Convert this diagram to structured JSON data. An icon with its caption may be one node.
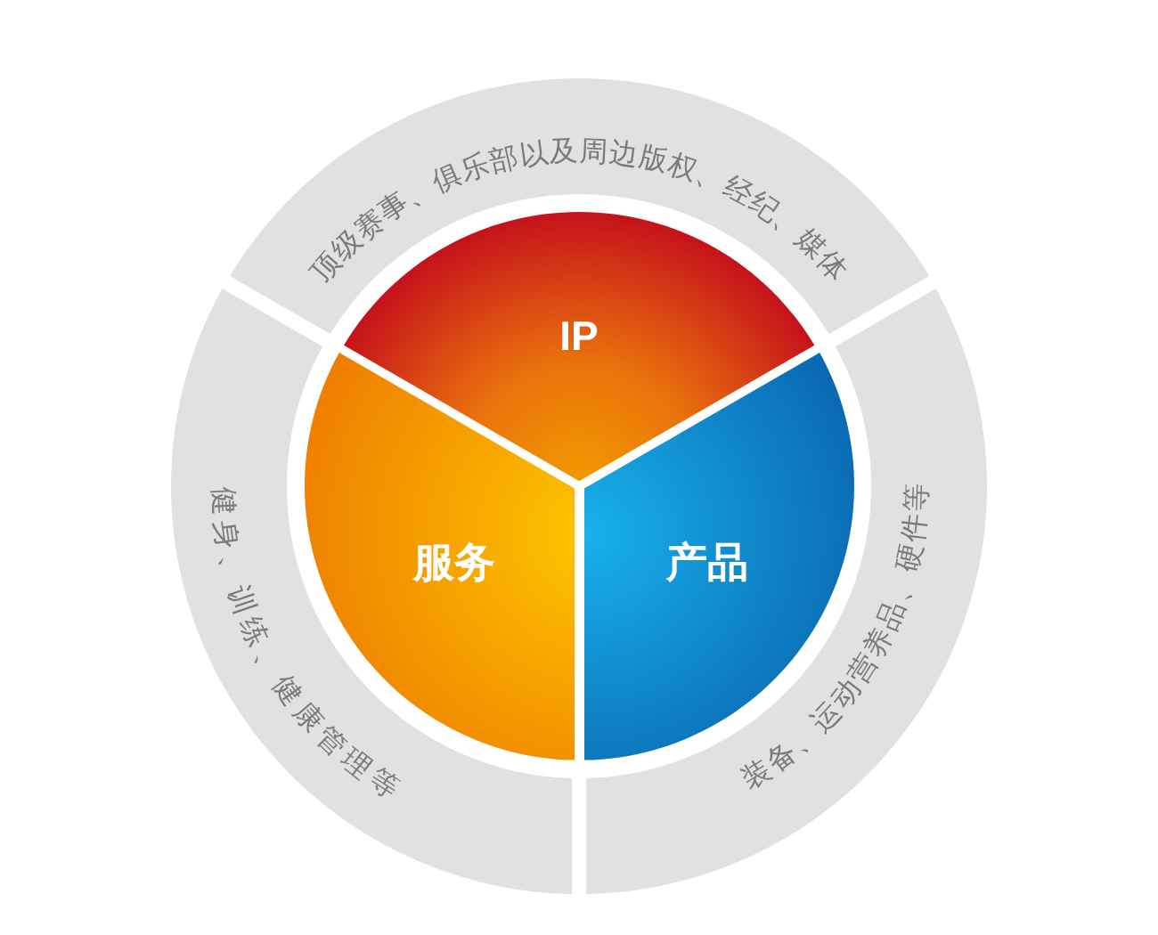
{
  "diagram": {
    "nodes": [
      {
        "text": [
          "顶级赛事、俱乐部以及周边版权、经纪、媒体"
        ]
      },
      {
        "text": [
          "IP"
        ]
      },
      {
        "text": [
          "健身、训练、健康管理等"
        ]
      },
      {
        "text": [
          "服务"
        ]
      },
      {
        "text": [
          "产品"
        ]
      },
      {
        "text": [
          "装备、运动营养品、硬件等"
        ]
      }
    ]
  }
}
